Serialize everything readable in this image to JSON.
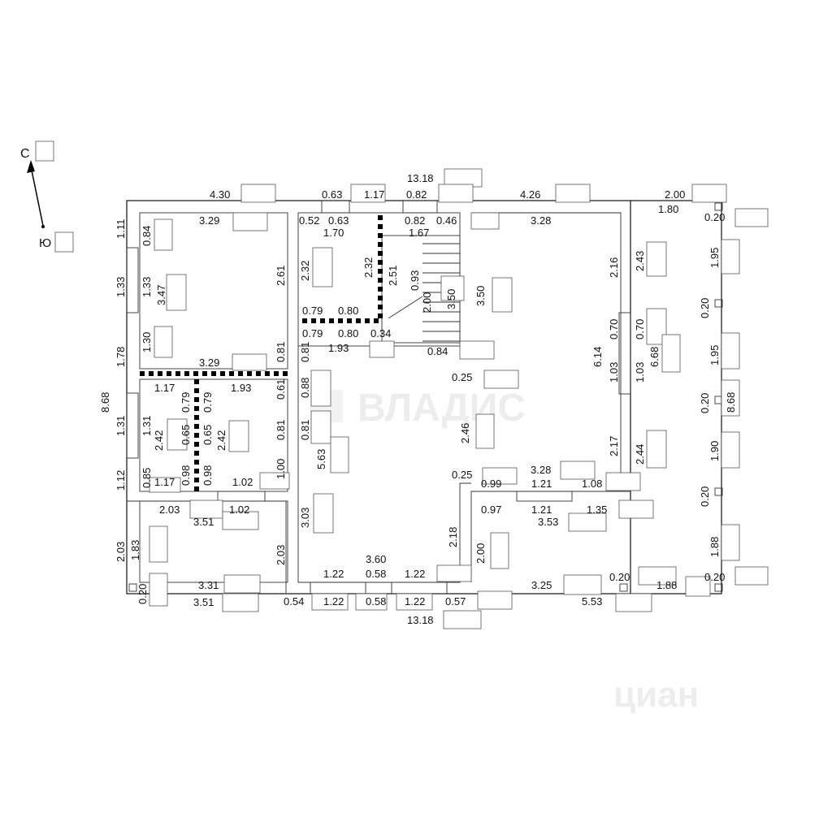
{
  "compass": {
    "north": "С",
    "south": "Ю"
  },
  "watermarks": {
    "agency": "ВЛАДИС",
    "portal": "циан"
  },
  "dims_h": [
    "13.18",
    "4.30",
    "0.63",
    "1.17",
    "0.82",
    "4.26",
    "2.00",
    "1.80",
    "0.20",
    "0.52",
    "0.63",
    "0.82",
    "0.46",
    "3.29",
    "3.28",
    "1.70",
    "1.67",
    "0.79",
    "0.80",
    "0.79",
    "0.80",
    "0.34",
    "1.93",
    "0.84",
    "0.25",
    "3.29",
    "1.17",
    "1.93",
    "1.02",
    "1.17",
    "0.25",
    "3.28",
    "0.99",
    "1.21",
    "1.08",
    "2.03",
    "1.02",
    "3.51",
    "0.97",
    "1.21",
    "1.35",
    "3.53",
    "3.60",
    "1.22",
    "0.58",
    "1.22",
    "3.31",
    "3.25",
    "0.20",
    "1.88",
    "0.20",
    "3.51",
    "0.54",
    "1.22",
    "0.58",
    "1.22",
    "0.57",
    "5.53",
    "13.18"
  ],
  "dims_v": [
    "1.11",
    "0.84",
    "1.33",
    "1.33",
    "3.47",
    "1.78",
    "1.30",
    "8.68",
    "1.31",
    "1.31",
    "1.12",
    "0.85",
    "2.42",
    "0.65",
    "0.65",
    "2.42",
    "0.98",
    "0.98",
    "0.79",
    "0.79",
    "2.61",
    "0.81",
    "0.61",
    "0.81",
    "1.00",
    "2.32",
    "2.32",
    "2.51",
    "0.93",
    "2.00",
    "3.50",
    "0.81",
    "0.88",
    "0.81",
    "5.63",
    "3.03",
    "2.03",
    "2.03",
    "1.83",
    "0.20",
    "2.46",
    "2.18",
    "2.00",
    "3.50",
    "2.16",
    "2.43",
    "0.70",
    "0.70",
    "6.14",
    "6.68",
    "1.03",
    "1.03",
    "2.17",
    "2.44",
    "1.95",
    "0.20",
    "1.95",
    "0.20",
    "8.68",
    "1.90",
    "0.20",
    "1.88"
  ]
}
